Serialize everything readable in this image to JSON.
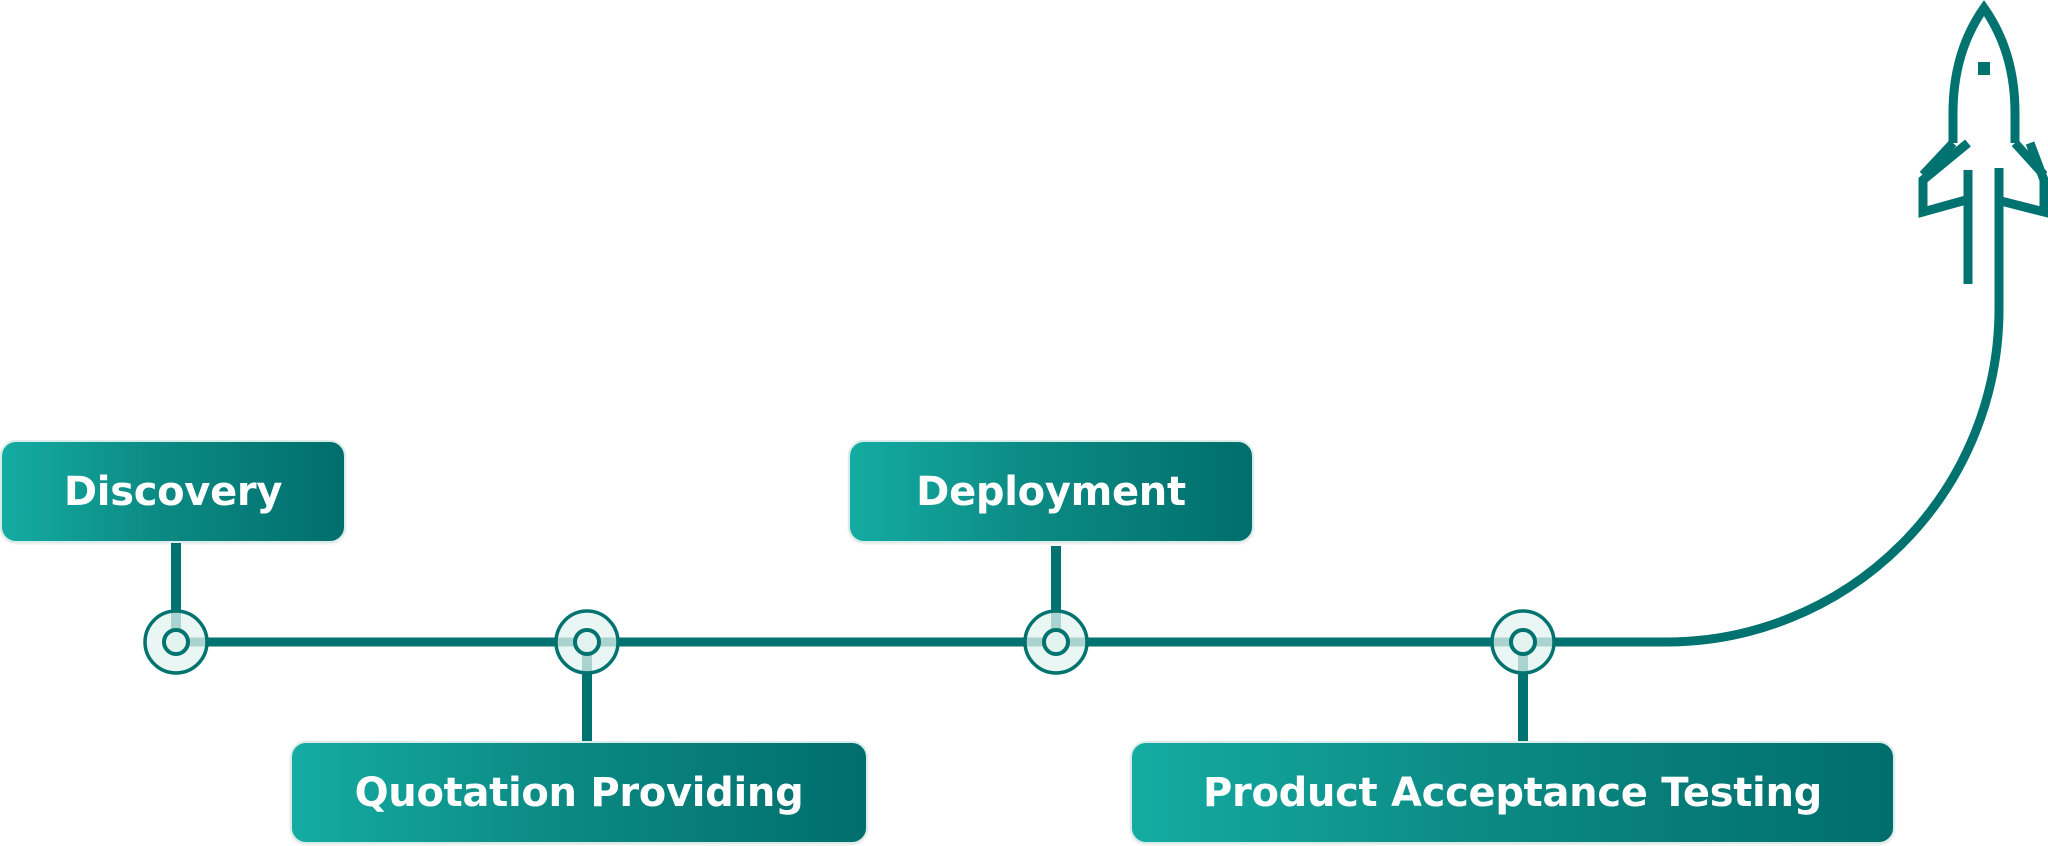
{
  "colors": {
    "primary": "#007370",
    "node_fill": "#e3f3ef",
    "box_gradient_start": "#14aca2",
    "box_gradient_end": "#006e6c",
    "box_text": "#ffffff"
  },
  "stages": [
    {
      "id": "discovery",
      "label": "Discovery",
      "position": "above",
      "order": 1
    },
    {
      "id": "quotation",
      "label": "Quotation Providing",
      "position": "below",
      "order": 2
    },
    {
      "id": "deployment",
      "label": "Deployment",
      "position": "above",
      "order": 3
    },
    {
      "id": "product-acceptance-testing",
      "label": "Product Acceptance Testing",
      "position": "below",
      "order": 4
    }
  ],
  "icons": {
    "launch": "rocket-icon",
    "milestone": "milestone-node-icon"
  }
}
